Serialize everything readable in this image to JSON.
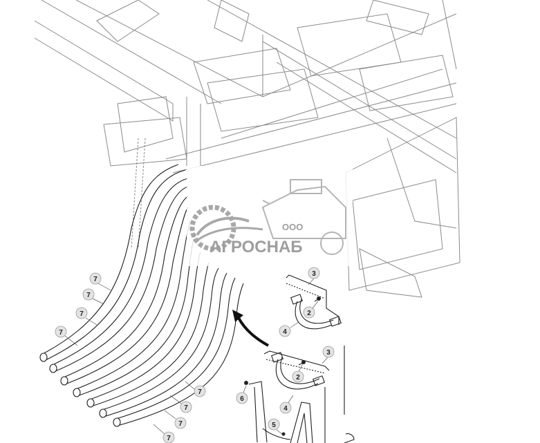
{
  "watermark": {
    "prefix": "ООО",
    "name": "АГРОСНАБ"
  },
  "callouts": {
    "hose": "7",
    "screw": "2",
    "bracket": "3",
    "clamp": "4",
    "bolt": "5",
    "nut": "6"
  },
  "colors": {
    "line": "#1f1f1f",
    "frame": "#8a8a8a",
    "callout_fill": "#e3e3e3",
    "watermark": "#8e8e8e"
  }
}
